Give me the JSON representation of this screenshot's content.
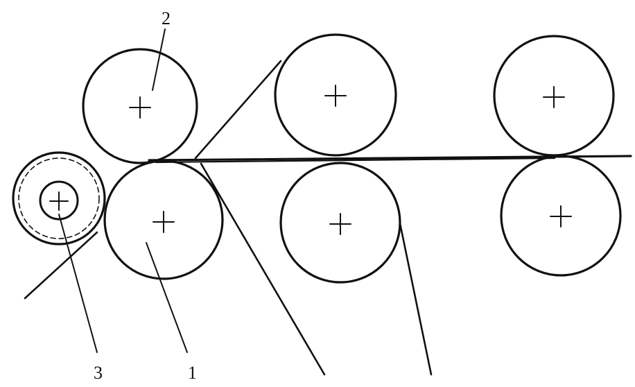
{
  "diagram": {
    "labels": {
      "callout_1": "1",
      "callout_2": "2",
      "callout_3": "3"
    },
    "colors": {
      "stroke": "#111111",
      "background": "#ffffff"
    },
    "parts": [
      {
        "id": "roll-1",
        "kind": "roll",
        "callout": "1"
      },
      {
        "id": "roll-2",
        "kind": "roll",
        "callout": "2"
      },
      {
        "id": "roll-3",
        "kind": "small-roll-with-dashed-sleeve",
        "callout": "3"
      },
      {
        "id": "upper-roll-middle",
        "kind": "roll"
      },
      {
        "id": "upper-roll-right",
        "kind": "roll"
      },
      {
        "id": "lower-roll-middle",
        "kind": "roll"
      },
      {
        "id": "lower-roll-right",
        "kind": "roll"
      }
    ]
  }
}
